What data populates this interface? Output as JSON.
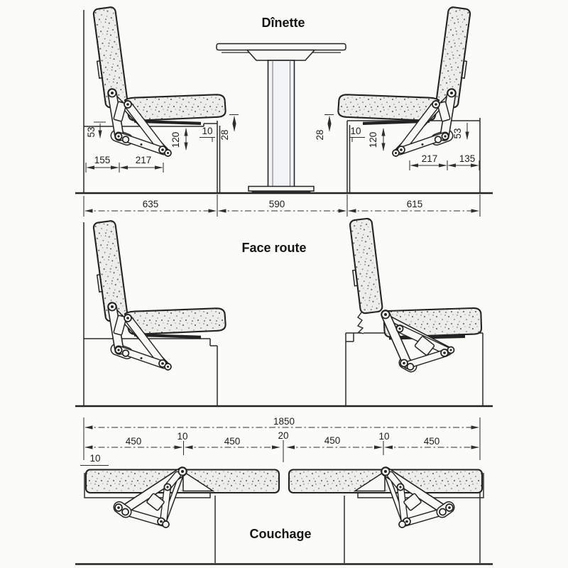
{
  "dinette": {
    "title": "Dînette",
    "left": {
      "h53": "53",
      "w155": "155",
      "w217": "217",
      "h120": "120",
      "g10": "10",
      "h28": "28"
    },
    "right": {
      "h28": "28",
      "g10": "10",
      "h120": "120",
      "w217": "217",
      "w135": "135",
      "h53": "53"
    },
    "bottom": {
      "left_span": "635",
      "center_span": "590",
      "right_span": "615"
    }
  },
  "face_route": {
    "title": "Face route"
  },
  "couchage": {
    "title": "Couchage",
    "total_width": "1850",
    "wall_gap": "10",
    "segments": [
      "450",
      "10",
      "450",
      "20",
      "450",
      "10",
      "450"
    ]
  },
  "colors": {
    "ink": "#232323",
    "paper": "#fbfbf8",
    "cushion_fill": "#edede9"
  }
}
